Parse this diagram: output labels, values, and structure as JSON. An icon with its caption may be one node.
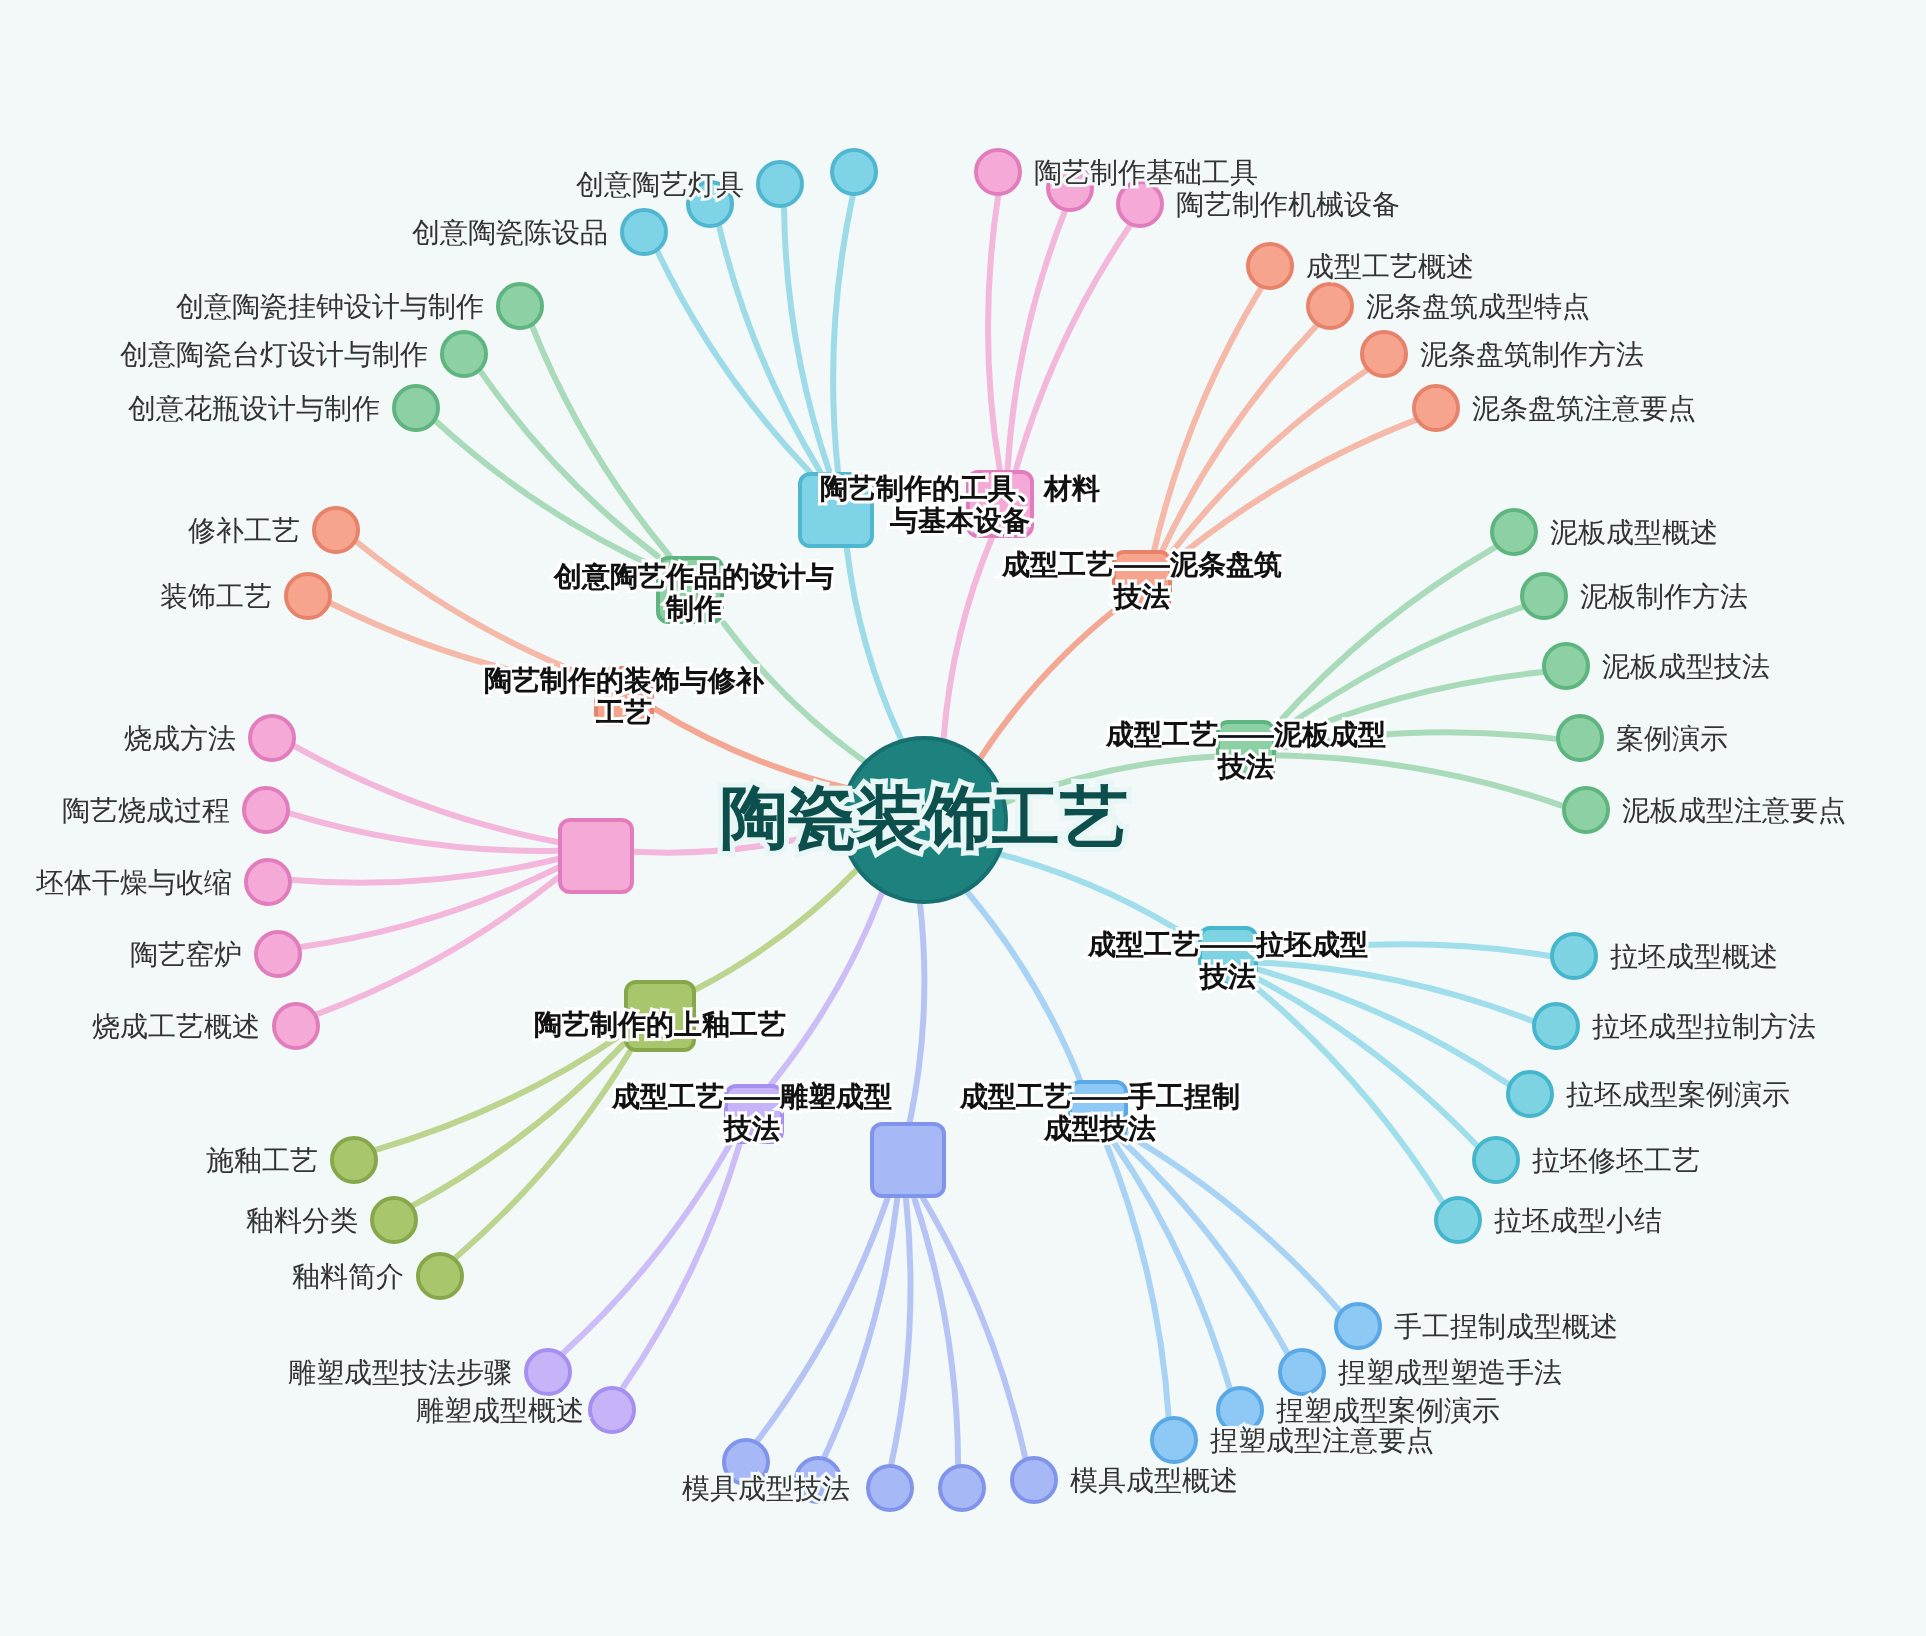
{
  "diagram": {
    "nodes": [
      {
        "text": [
          "陶瓷装饰工艺"
        ]
      },
      {
        "text": [],
        "shape": "box"
      },
      {
        "text": [
          "创意陶瓷陈设品"
        ]
      },
      {
        "text": [
          "创意陶艺灯具"
        ]
      },
      {
        "text": [],
        "shape": "circle"
      },
      {
        "text": [],
        "shape": "circle"
      },
      {
        "text": [
          "陶艺制作的工具、材料与基本设备"
        ]
      },
      {
        "text": [
          "陶艺制作基础工具"
        ]
      },
      {
        "text": [],
        "shape": "circle"
      },
      {
        "text": [
          "陶艺制作机械设备"
        ]
      },
      {
        "text": [
          "成型工艺——泥条盘筑技法"
        ]
      },
      {
        "text": [
          "成型工艺概述"
        ]
      },
      {
        "text": [
          "泥条盘筑成型特点"
        ]
      },
      {
        "text": [
          "泥条盘筑制作方法"
        ]
      },
      {
        "text": [
          "泥条盘筑注意要点"
        ]
      },
      {
        "text": [
          "成型工艺——泥板成型技法"
        ]
      },
      {
        "text": [
          "泥板成型概述"
        ]
      },
      {
        "text": [
          "泥板制作方法"
        ]
      },
      {
        "text": [
          "泥板成型技法"
        ]
      },
      {
        "text": [
          "案例演示"
        ]
      },
      {
        "text": [
          "泥板成型注意要点"
        ]
      },
      {
        "text": [
          "成型工艺——拉坯成型技法"
        ]
      },
      {
        "text": [
          "拉坯成型概述"
        ]
      },
      {
        "text": [
          "拉坯成型拉制方法"
        ]
      },
      {
        "text": [
          "拉坯成型案例演示"
        ]
      },
      {
        "text": [
          "拉坯修坯工艺"
        ]
      },
      {
        "text": [
          "拉坯成型小结"
        ]
      },
      {
        "text": [
          "成型工艺——手工捏制成型技法"
        ]
      },
      {
        "text": [
          "手工捏制成型概述"
        ]
      },
      {
        "text": [
          "捏塑成型塑造手法"
        ]
      },
      {
        "text": [
          "捏塑成型案例演示"
        ]
      },
      {
        "text": [
          "捏塑成型注意要点"
        ]
      },
      {
        "text": [],
        "shape": "box"
      },
      {
        "text": [],
        "shape": "circle"
      },
      {
        "text": [],
        "shape": "circle"
      },
      {
        "text": [
          "模具成型技法"
        ]
      },
      {
        "text": [],
        "shape": "circle"
      },
      {
        "text": [
          "模具成型概述"
        ]
      },
      {
        "text": [
          "成型工艺——雕塑成型技法"
        ]
      },
      {
        "text": [
          "雕塑成型技法步骤"
        ]
      },
      {
        "text": [
          "雕塑成型概述"
        ]
      },
      {
        "text": [
          "陶艺制作的上釉工艺"
        ]
      },
      {
        "text": [
          "施釉工艺"
        ]
      },
      {
        "text": [
          "釉料分类"
        ]
      },
      {
        "text": [
          "釉料简介"
        ]
      },
      {
        "text": [],
        "shape": "box"
      },
      {
        "text": [
          "烧成方法"
        ]
      },
      {
        "text": [
          "陶艺烧成过程"
        ]
      },
      {
        "text": [
          "坯体干燥与收缩"
        ]
      },
      {
        "text": [
          "陶艺窑炉"
        ]
      },
      {
        "text": [
          "烧成工艺概述"
        ]
      },
      {
        "text": [
          "陶艺制作的装饰与修补工艺"
        ]
      },
      {
        "text": [
          "修补工艺"
        ]
      },
      {
        "text": [
          "装饰工艺"
        ]
      },
      {
        "text": [
          "创意陶艺作品的设计与制作"
        ]
      },
      {
        "text": [
          "创意陶瓷挂钟设计与制作"
        ]
      },
      {
        "text": [
          "创意陶瓷台灯设计与制作"
        ]
      },
      {
        "text": [
          "创意花瓶设计与制作"
        ]
      }
    ],
    "edges": [
      {
        "from": 0,
        "to": 1,
        "arrow": "none",
        "color": "#9edbe8"
      },
      {
        "from": 1,
        "to": 2,
        "arrow": "none",
        "color": "#9edbe8"
      },
      {
        "from": 1,
        "to": 3,
        "arrow": "none",
        "color": "#9edbe8"
      },
      {
        "from": 1,
        "to": 4,
        "arrow": "none",
        "color": "#9edbe8"
      },
      {
        "from": 1,
        "to": 5,
        "arrow": "none",
        "color": "#9edbe8"
      },
      {
        "from": 0,
        "to": 6,
        "arrow": "none",
        "color": "#f3b7dc"
      },
      {
        "from": 6,
        "to": 7,
        "arrow": "none",
        "color": "#f3b7dc"
      },
      {
        "from": 6,
        "to": 8,
        "arrow": "none",
        "color": "#f3b7dc"
      },
      {
        "from": 6,
        "to": 9,
        "arrow": "none",
        "color": "#f3b7dc"
      },
      {
        "from": 0,
        "to": 10,
        "arrow": "none",
        "color": "#f4a893"
      },
      {
        "from": 10,
        "to": 11,
        "arrow": "none",
        "color": "#f5b9a9"
      },
      {
        "from": 10,
        "to": 12,
        "arrow": "none",
        "color": "#f5b9a9"
      },
      {
        "from": 10,
        "to": 13,
        "arrow": "none",
        "color": "#f5b9a9"
      },
      {
        "from": 10,
        "to": 14,
        "arrow": "none",
        "color": "#f5b9a9"
      },
      {
        "from": 0,
        "to": 15,
        "arrow": "none",
        "color": "#a9dbba"
      },
      {
        "from": 15,
        "to": 16,
        "arrow": "none",
        "color": "#a9dbba"
      },
      {
        "from": 15,
        "to": 17,
        "arrow": "none",
        "color": "#a9dbba"
      },
      {
        "from": 15,
        "to": 18,
        "arrow": "none",
        "color": "#a9dbba"
      },
      {
        "from": 15,
        "to": 19,
        "arrow": "none",
        "color": "#a9dbba"
      },
      {
        "from": 15,
        "to": 20,
        "arrow": "none",
        "color": "#a9dbba"
      },
      {
        "from": 0,
        "to": 21,
        "arrow": "none",
        "color": "#9fdeea"
      },
      {
        "from": 21,
        "to": 22,
        "arrow": "none",
        "color": "#9fdeea"
      },
      {
        "from": 21,
        "to": 23,
        "arrow": "none",
        "color": "#9fdeea"
      },
      {
        "from": 21,
        "to": 24,
        "arrow": "none",
        "color": "#9fdeea"
      },
      {
        "from": 21,
        "to": 25,
        "arrow": "none",
        "color": "#9fdeea"
      },
      {
        "from": 21,
        "to": 26,
        "arrow": "none",
        "color": "#9fdeea"
      },
      {
        "from": 0,
        "to": 27,
        "arrow": "none",
        "color": "#a8d3f5"
      },
      {
        "from": 27,
        "to": 28,
        "arrow": "none",
        "color": "#a8d3f5"
      },
      {
        "from": 27,
        "to": 29,
        "arrow": "none",
        "color": "#a8d3f5"
      },
      {
        "from": 27,
        "to": 30,
        "arrow": "none",
        "color": "#a8d3f5"
      },
      {
        "from": 27,
        "to": 31,
        "arrow": "none",
        "color": "#a8d3f5"
      },
      {
        "from": 0,
        "to": 32,
        "arrow": "none",
        "color": "#b6c4f5"
      },
      {
        "from": 32,
        "to": 33,
        "arrow": "none",
        "color": "#b6c4f5"
      },
      {
        "from": 32,
        "to": 34,
        "arrow": "none",
        "color": "#b6c4f5"
      },
      {
        "from": 32,
        "to": 35,
        "arrow": "none",
        "color": "#b6c4f5"
      },
      {
        "from": 32,
        "to": 36,
        "arrow": "none",
        "color": "#b6c4f5"
      },
      {
        "from": 32,
        "to": 37,
        "arrow": "none",
        "color": "#b6c4f5"
      },
      {
        "from": 0,
        "to": 38,
        "arrow": "none",
        "color": "#cdbdf7"
      },
      {
        "from": 38,
        "to": 39,
        "arrow": "none",
        "color": "#cdbdf7"
      },
      {
        "from": 38,
        "to": 40,
        "arrow": "none",
        "color": "#cdbdf7"
      },
      {
        "from": 0,
        "to": 41,
        "arrow": "none",
        "color": "#bcd48e"
      },
      {
        "from": 41,
        "to": 42,
        "arrow": "none",
        "color": "#bcd48e"
      },
      {
        "from": 41,
        "to": 43,
        "arrow": "none",
        "color": "#bcd48e"
      },
      {
        "from": 41,
        "to": 44,
        "arrow": "none",
        "color": "#bcd48e"
      },
      {
        "from": 0,
        "to": 45,
        "arrow": "none",
        "color": "#f3b7dc"
      },
      {
        "from": 45,
        "to": 46,
        "arrow": "none",
        "color": "#f3b7dc"
      },
      {
        "from": 45,
        "to": 47,
        "arrow": "none",
        "color": "#f3b7dc"
      },
      {
        "from": 45,
        "to": 48,
        "arrow": "none",
        "color": "#f3b7dc"
      },
      {
        "from": 45,
        "to": 49,
        "arrow": "none",
        "color": "#f3b7dc"
      },
      {
        "from": 45,
        "to": 50,
        "arrow": "none",
        "color": "#f3b7dc"
      },
      {
        "from": 0,
        "to": 51,
        "arrow": "none",
        "color": "#f4a893"
      },
      {
        "from": 51,
        "to": 52,
        "arrow": "none",
        "color": "#f5b9a9"
      },
      {
        "from": 51,
        "to": 53,
        "arrow": "none",
        "color": "#f5b9a9"
      },
      {
        "from": 0,
        "to": 54,
        "arrow": "none",
        "color": "#a9dbba"
      },
      {
        "from": 54,
        "to": 55,
        "arrow": "none",
        "color": "#a9dbba"
      },
      {
        "from": 54,
        "to": 56,
        "arrow": "none",
        "color": "#a9dbba"
      },
      {
        "from": 54,
        "to": 57,
        "arrow": "none",
        "color": "#a9dbba"
      }
    ]
  }
}
